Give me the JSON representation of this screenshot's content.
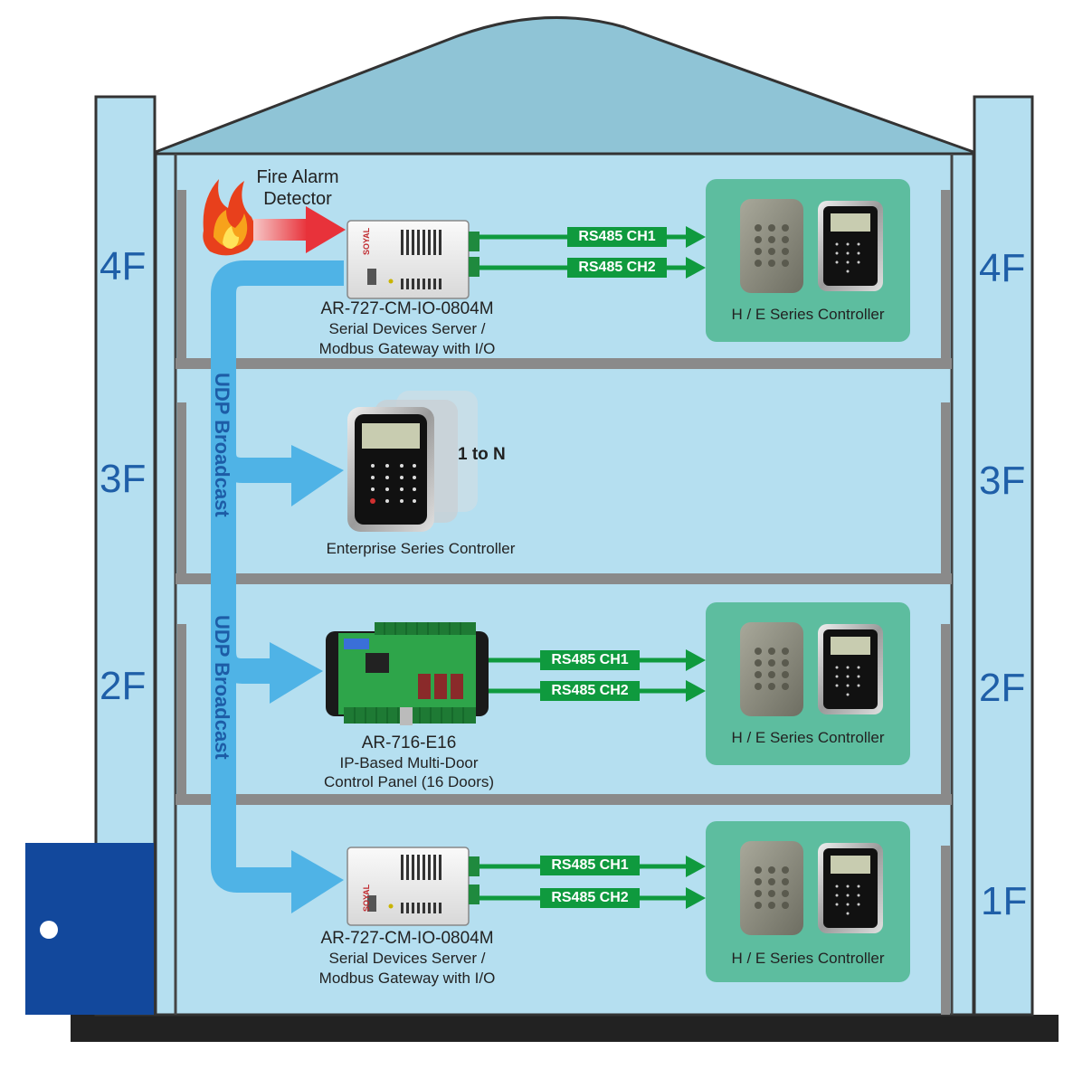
{
  "floors": [
    {
      "left_label": "4F",
      "right_label": "4F"
    },
    {
      "left_label": "3F",
      "right_label": "3F"
    },
    {
      "left_label": "2F",
      "right_label": "2F"
    },
    {
      "left_label": "",
      "right_label": "1F"
    }
  ],
  "fire_alarm": {
    "line1": "Fire Alarm",
    "line2": "Detector"
  },
  "udp_label": "UDP Broadcast",
  "devices": {
    "gateway_top": {
      "model": "AR-727-CM-IO-0804M",
      "desc1": "Serial Devices Server /",
      "desc2": "Modbus Gateway with I/O",
      "brand": "SOYAL"
    },
    "enterprise": {
      "desc": "Enterprise Series Controller",
      "count": "1 to N"
    },
    "panel": {
      "model": "AR-716-E16",
      "desc1": "IP-Based Multi-Door",
      "desc2": "Control Panel (16 Doors)"
    },
    "gateway_bottom": {
      "model": "AR-727-CM-IO-0804M",
      "desc1": "Serial Devices Server /",
      "desc2": "Modbus Gateway with I/O",
      "brand": "SOYAL"
    }
  },
  "channels": {
    "ch1": "RS485 CH1",
    "ch2": "RS485 CH2"
  },
  "controllers": {
    "he_label": "H / E Series Controller"
  },
  "colors": {
    "building": "#b5dff0",
    "roof": "#8fc4d6",
    "wall_line": "#333333",
    "green_box": "#5dbd9f",
    "arrow_blue": "#4fb3e6",
    "rs485_green": "#0f9a3e",
    "door": "#12489c",
    "floor_text": "#1f5fa8"
  }
}
